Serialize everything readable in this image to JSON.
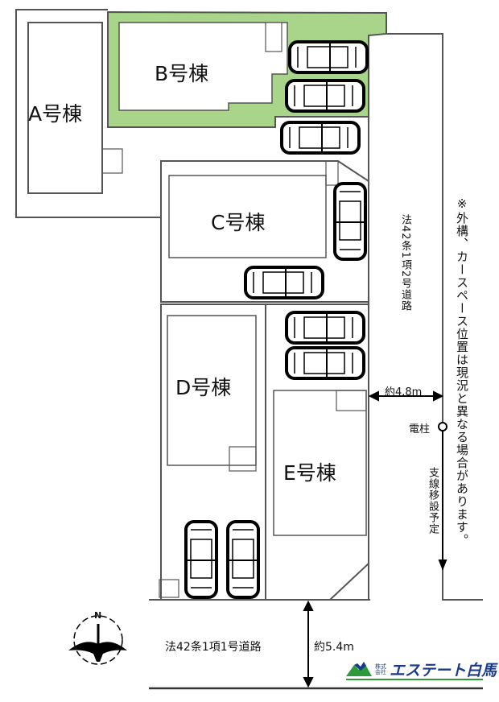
{
  "buildings": {
    "a": "A号棟",
    "b": "B号棟",
    "c": "C号棟",
    "d": "D号棟",
    "e": "E号棟"
  },
  "roads": {
    "side_road": "法42条1項2号道路",
    "side_width": "約4.8m",
    "front_road": "法42条1項1号道路",
    "front_width": "約5.4m"
  },
  "utility": {
    "pole": "電柱",
    "relocation": "支線移設予定"
  },
  "note": "※外構、カースペース位置は現況と異なる場合があります。",
  "compass": {
    "label": "N"
  },
  "logo": {
    "corp": "株式会社",
    "name": "エステート白馬"
  },
  "colors": {
    "highlight_lot": "#a8d58a",
    "line": "#555555",
    "logo_blue": "#1a3b8c",
    "logo_green": "#2e9a3a"
  }
}
